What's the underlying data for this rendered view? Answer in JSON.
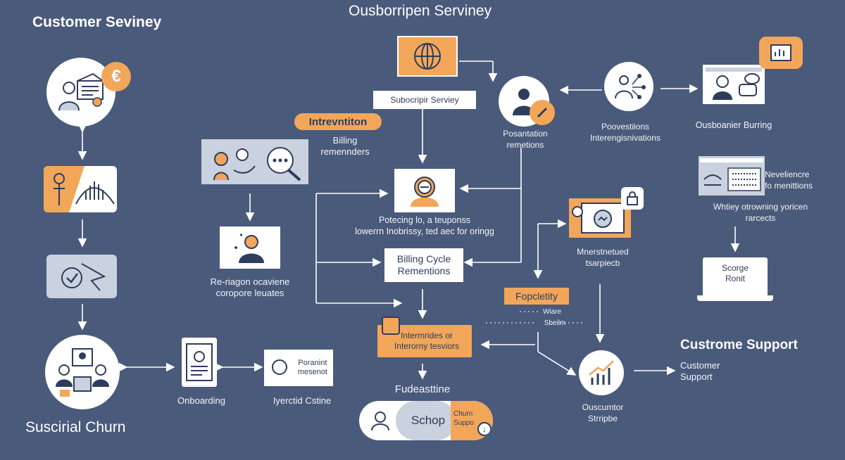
{
  "titles": {
    "main": "Ousborripen Serviney",
    "customer_service": "Customer Seviney",
    "churn": "Suscirial Churn",
    "support": "Custrome Support"
  },
  "nodes": {
    "subscription_service": "Subocripir Serviey",
    "intervention": "Intrevntiton",
    "billing_reminders": "Billing\nremennders",
    "persuasion": "Posantation\nremetions",
    "proactive": "Poovestiions\nInterengisnivations",
    "observer_burning": "Ousboanier Burring",
    "preference": "Neveliencre\nfo menittions",
    "whitey": "Whtiey otrowning yoricen\nrarcects",
    "score": "Scorge\nRonit",
    "potential": "Potecing lo, a teuponss\nlowerrn Inobrissy, ted aec for oringg",
    "billing_cycle": "Billing Cycle\nRementions",
    "reengagement": "Re-riagon ocaviene\ncoropore leuates",
    "meritmetnued": "Mnerstnetued\ntsarpiecb",
    "popularity": "Fopcletity",
    "wiare": "Wiare",
    "sbeilm": "Sbeilm",
    "interventions_box": "Intermrides or\nInterorny tesviors",
    "fudeastine": "Fudeasttine",
    "schop": "Schop",
    "churn_support": "Churn\nSuppo",
    "onboarding": "Onboarding",
    "payment": "Poranint\nmesenot",
    "iyerctid": "Iyerctid Cstine",
    "customer_support": "Customer\nSupport",
    "ouscumtor": "Ouscumtor\nStrripbe"
  },
  "icons": {
    "euro_badge": "€"
  },
  "colors": {
    "background": "#4a5a7a",
    "accent_orange": "#f2a65a",
    "tile_gray": "#c9d2de",
    "white": "#ffffff",
    "ink": "#2e3d5c"
  }
}
